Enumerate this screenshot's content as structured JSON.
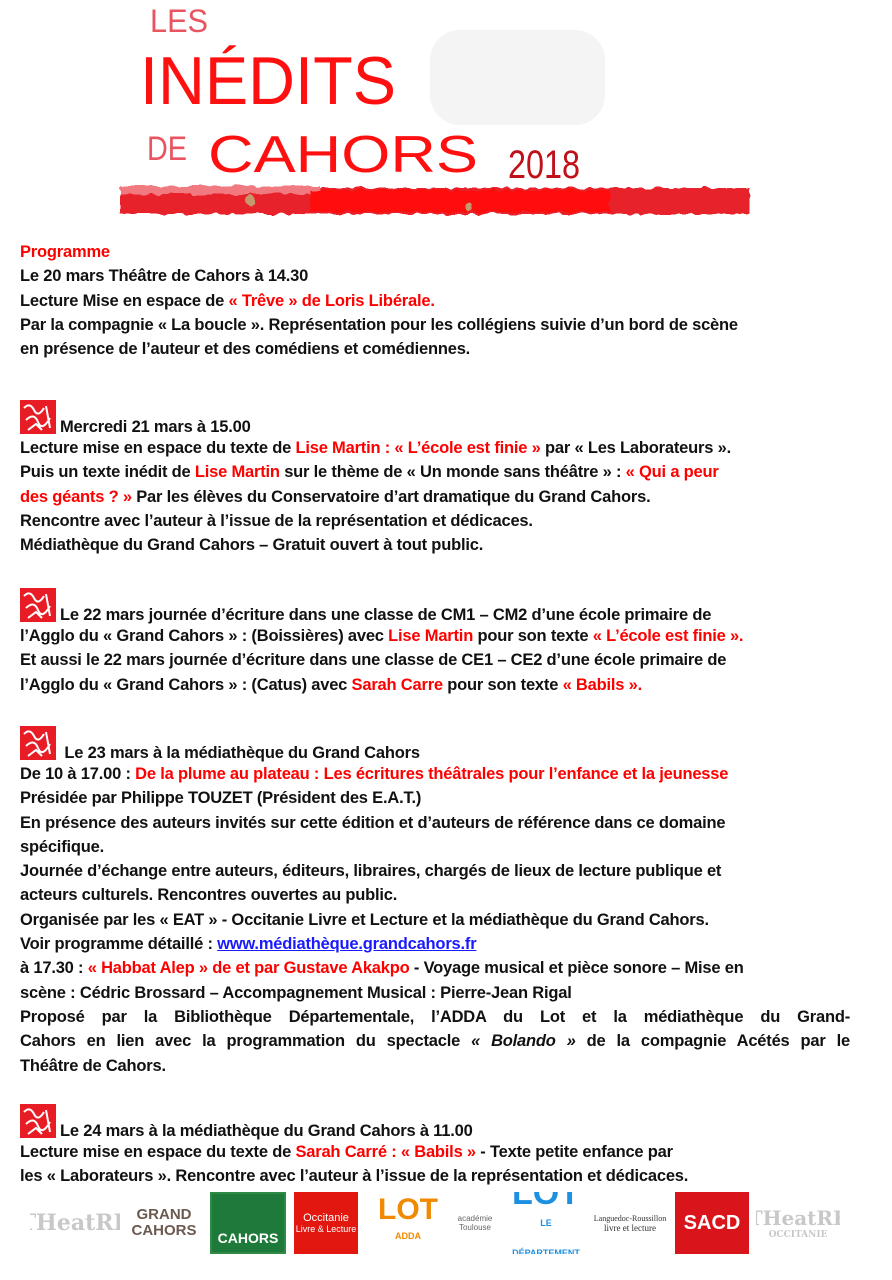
{
  "header": {
    "logo_les": "LES",
    "logo_inedits": "INÉDITS",
    "logo_de": "DE",
    "logo_cahors": "CAHORS",
    "logo_year": "2018"
  },
  "sections": [
    {
      "icon": false,
      "lines": [
        [
          {
            "t": "Programme",
            "c": "red"
          }
        ],
        [
          {
            "t": "Le 20 mars Théâtre de Cahors à 14.30"
          }
        ],
        [
          {
            "t": "Lecture Mise en espace  de "
          },
          {
            "t": "« Trêve »  de Loris Libérale.",
            "c": "red"
          }
        ],
        [
          {
            "t": "Par la compagnie « La boucle ». Représentation pour les collégiens suivie d’un bord de scène"
          }
        ],
        [
          {
            "t": "en présence de l’auteur et des comédiens et comédiennes."
          }
        ]
      ]
    },
    {
      "icon": true,
      "lines": [
        [
          {
            "t": "Mercredi 21 mars à 15.00"
          }
        ],
        [
          {
            "t": "Lecture mise en espace du texte de "
          },
          {
            "t": "Lise Martin : « L’école est finie »",
            "c": "red"
          },
          {
            "t": " par « Les Laborateurs »."
          }
        ],
        [
          {
            "t": "Puis un texte inédit de "
          },
          {
            "t": "Lise Martin",
            "c": "red"
          },
          {
            "t": " sur le thème de « Un monde sans théâtre » : "
          },
          {
            "t": "« Qui a peur",
            "c": "red"
          }
        ],
        [
          {
            "t": "des géants ? »",
            "c": "red"
          },
          {
            "t": " Par les élèves du Conservatoire d’art dramatique du Grand Cahors."
          }
        ],
        [
          {
            "t": "Rencontre avec l’auteur à l’issue de la représentation et dédicaces."
          }
        ],
        [
          {
            "t": "Médiathèque du Grand Cahors – Gratuit ouvert à tout public."
          }
        ]
      ]
    },
    {
      "icon": true,
      "lines": [
        [
          {
            "t": "Le 22 mars journée d’écriture dans une classe de CM1 – CM2 d’une école primaire de"
          }
        ],
        [
          {
            "t": "l’Agglo du « Grand Cahors » : (Boissières) avec "
          },
          {
            "t": "Lise Martin",
            "c": "red"
          },
          {
            "t": " pour son  texte "
          },
          {
            "t": "« L’école est finie ».",
            "c": "red"
          }
        ],
        [
          {
            "t": "Et aussi le 22 mars journée d’écriture dans une classe de CE1 – CE2 d’une école primaire de"
          }
        ],
        [
          {
            "t": "l’Agglo du « Grand Cahors » : (Catus) avec "
          },
          {
            "t": "Sarah Carre",
            "c": "red"
          },
          {
            "t": " pour son texte "
          },
          {
            "t": "« Babils ».",
            "c": "red"
          }
        ]
      ]
    },
    {
      "icon": true,
      "lines": [
        [
          {
            "t": " Le 23 mars à la médiathèque du Grand Cahors"
          }
        ],
        [
          {
            "t": "De 10 à 17.00 : "
          },
          {
            "t": "De la plume au plateau : Les écritures théâtrales pour l’enfance et la jeunesse",
            "c": "red"
          }
        ],
        [
          {
            "t": "Présidée par Philippe TOUZET  (Président des E.A.T.)"
          }
        ],
        [
          {
            "t": "En présence des auteurs invités sur cette édition et d’auteurs de référence dans ce domaine"
          }
        ],
        [
          {
            "t": "spécifique."
          }
        ],
        [
          {
            "t": "Journée d’échange entre auteurs, éditeurs, libraires, chargés de lieux de lecture publique et"
          }
        ],
        [
          {
            "t": "acteurs culturels. Rencontres ouvertes au public."
          }
        ],
        [
          {
            "t": "Organisée par les « EAT » -  Occitanie Livre et Lecture et la médiathèque du Grand Cahors."
          }
        ],
        [
          {
            "t": "Voir programme détaillé : "
          },
          {
            "t": "www.médiathèque.grandcahors.fr",
            "c": "link"
          }
        ],
        [
          {
            "t": "à 17.30 : "
          },
          {
            "t": "« Habbat Alep » de et par Gustave Akakpo",
            "c": "red"
          },
          {
            "t": " - Voyage musical et pièce sonore – Mise en"
          }
        ],
        [
          {
            "t": "scène : Cédric Brossard – Accompagnement Musical : Pierre-Jean Rigal"
          }
        ],
        [
          {
            "t": "Proposé par la Bibliothèque Départementale, l’ADDA du Lot et la médiathèque du Grand-"
          }
        ],
        [
          {
            "t": "Cahors en lien avec la programmation du spectacle "
          },
          {
            "t": "« Bolando »",
            "c": "ital"
          },
          {
            "t": " de la compagnie Acétés par le"
          }
        ],
        [
          {
            "t": "Théâtre de Cahors."
          }
        ]
      ]
    },
    {
      "icon": true,
      "lines": [
        [
          {
            "t": "Le 24 mars à la médiathèque du Grand Cahors à 11.00"
          }
        ],
        [
          {
            "t": "Lecture mise en espace du texte de "
          },
          {
            "t": "Sarah Carré : « Babils »",
            "c": "red"
          },
          {
            "t": " - Texte petite enfance par"
          }
        ],
        [
          {
            "t": "les « Laborateurs ». Rencontre avec l’auteur à l’issue de la représentation et dédicaces."
          }
        ]
      ]
    }
  ],
  "footer_logos": [
    {
      "name": "theatre-logo",
      "text": "THeatRE"
    },
    {
      "name": "grand-cahors-logo",
      "text": "GRAND",
      "text2": "CAHORS"
    },
    {
      "name": "cahors-logo",
      "text": "CAHORS"
    },
    {
      "name": "occitanie-logo",
      "text": "Occitanie",
      "text2": "Livre & Lecture"
    },
    {
      "name": "lot-adda-logo",
      "text": "LOT",
      "text2": "ADDA"
    },
    {
      "name": "academie-toulouse-logo",
      "text": "académie Toulouse"
    },
    {
      "name": "lot-departement-logo",
      "text": "LOT",
      "text2": "LE DÉPARTEMENT"
    },
    {
      "name": "languedoc-logo",
      "text": "Languedoc-Roussillon",
      "text2": "livre et lecture"
    },
    {
      "name": "sacd-logo",
      "text": "SACD"
    },
    {
      "name": "theatre-occitanie-logo",
      "text": "THeatRE",
      "text2": "OCCITANIE"
    }
  ],
  "colors": {
    "red": "#ff0000",
    "text": "#111111",
    "link": "#1a1aff"
  }
}
